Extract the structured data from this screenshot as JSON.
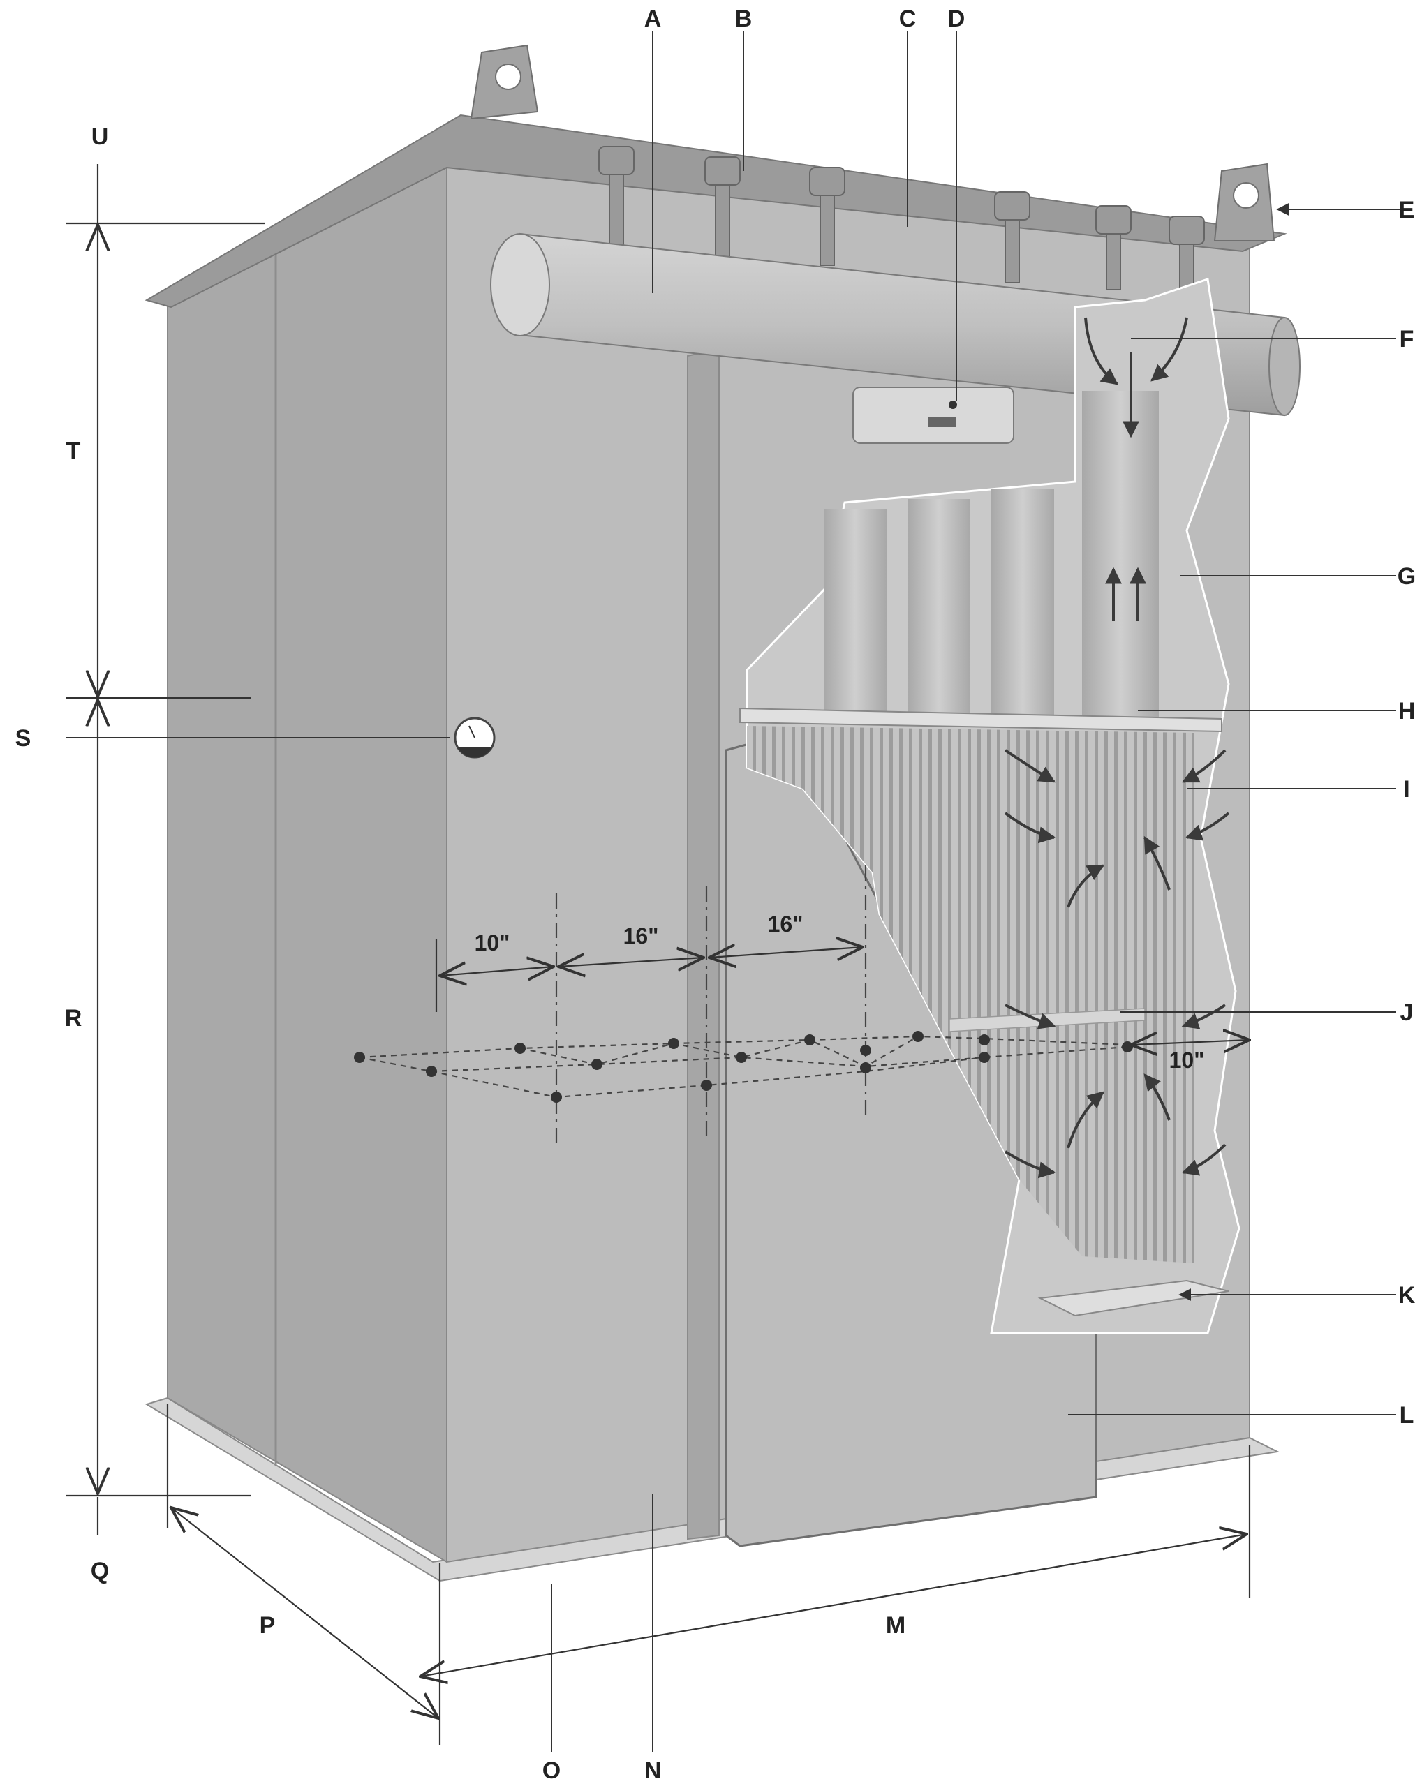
{
  "labels": {
    "A": "A",
    "B": "B",
    "C": "C",
    "D": "D",
    "E": "E",
    "F": "F",
    "G": "G",
    "H": "H",
    "I": "I",
    "J": "J",
    "K": "K",
    "L": "L",
    "M": "M",
    "N": "N",
    "O": "O",
    "P": "P",
    "Q": "Q",
    "R": "R",
    "S": "S",
    "T": "T",
    "U": "U"
  },
  "dimensions": {
    "d1": "10\"",
    "d2": "16\"",
    "d3": "16\"",
    "d4": "10\""
  },
  "colors": {
    "housing_front": "#bdbdbd",
    "housing_side": "#a9a9a9",
    "interior": "#c9c9c9",
    "line": "#333333"
  }
}
